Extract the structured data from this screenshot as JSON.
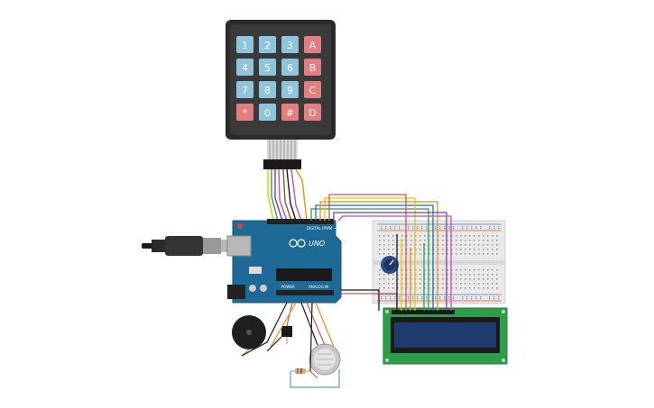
{
  "keypad": {
    "keys": [
      "1",
      "2",
      "3",
      "A",
      "4",
      "5",
      "6",
      "B",
      "7",
      "8",
      "9",
      "C",
      "*",
      "0",
      "#",
      "D"
    ],
    "numeric_color": "#8fc4dd",
    "letter_color": "#e27d80",
    "frame_color": "#2b2b2b"
  },
  "arduino": {
    "board_text": "UNO",
    "header_text_digital": "DIGITAL (PWM ~)",
    "header_text_power": "POWER",
    "header_text_analog": "ANALOG IN",
    "board_color": "#1d6a96"
  },
  "lcd": {
    "frame_color": "#2e9e4a",
    "screen_color": "#1f3a6e"
  },
  "breadboard": {
    "color": "#e9e9e9",
    "rail_red": "#d9534f",
    "rail_blue": "#4a7fc1"
  },
  "components": {
    "buzzer_icon": "piezo-buzzer-icon",
    "gas_sensor_icon": "gas-sensor-icon",
    "potentiometer_icon": "potentiometer-icon",
    "transistor_icon": "transistor-icon",
    "resistor_icon": "resistor-icon",
    "usb_icon": "usb-cable-icon"
  }
}
